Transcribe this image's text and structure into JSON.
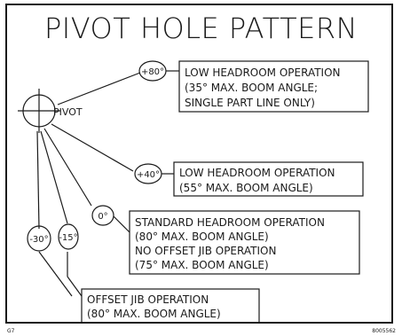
{
  "title": "PIVOT HOLE PATTERN",
  "pivot_label": "PIVOT",
  "angles": {
    "a_plus80": "+80°",
    "a_plus40": "+40°",
    "a_zero": "0°",
    "a_minus15": "-15°",
    "a_minus30": "-30°"
  },
  "boxes": {
    "low_headroom_1": [
      "LOW HEADROOM OPERATION",
      "(35° MAX. BOOM ANGLE;",
      "SINGLE PART LINE ONLY)"
    ],
    "low_headroom_2": [
      "LOW HEADROOM OPERATION",
      "(55° MAX. BOOM ANGLE)"
    ],
    "standard": [
      "STANDARD HEADROOM OPERATION",
      "(80° MAX. BOOM ANGLE)",
      "NO OFFSET JIB OPERATION",
      "(75° MAX. BOOM ANGLE)"
    ],
    "offset_jib": [
      "OFFSET JIB OPERATION",
      "(80° MAX. BOOM ANGLE)"
    ]
  },
  "footer": {
    "left": "G7",
    "right": "8005562"
  },
  "colors": {
    "line": "#1a1a1a",
    "background": "#ffffff"
  }
}
